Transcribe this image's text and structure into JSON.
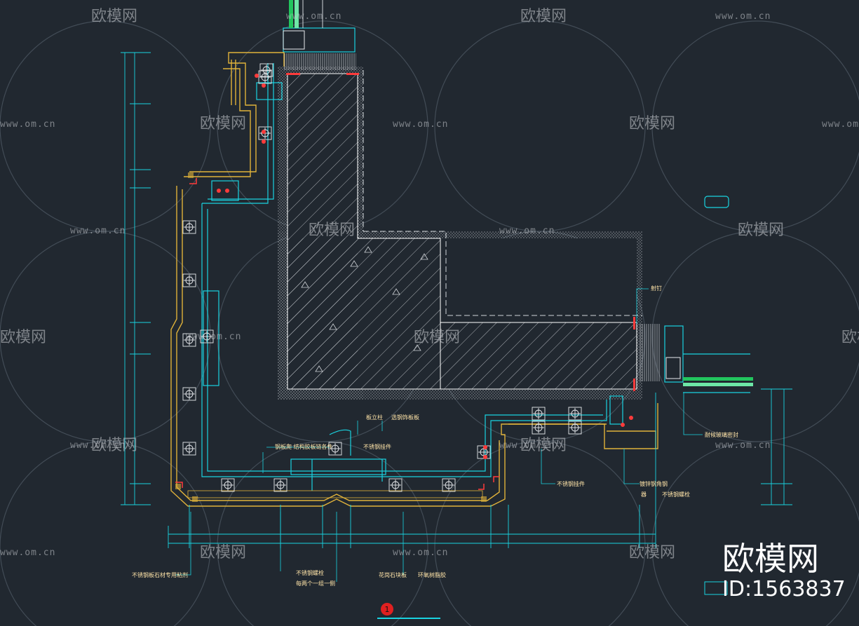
{
  "watermark": {
    "brand_text": "欧模网",
    "url_text": "www.om.cn"
  },
  "labels": {
    "label_nail": "射钉",
    "label_stone_side": "板立柱",
    "label_stone_material": "选钢饰板板",
    "label_ss_hanger": "钢板爬 结构胶板链各件",
    "label_ss_hook": "不锈钢挂件",
    "label_glass_seal": "耐候玻璃密封",
    "label_ss_hook2": "不锈钢挂件",
    "label_angle": "镀锌钢角钢",
    "label_screw": "器",
    "label_ss_bolt": "不锈钢螺栓",
    "label_stone_glue": "不锈钢板石材专用粘剂",
    "label_ss_bolt_group": "不锈钢螺栓",
    "label_ss_bolt_note": "每两个一组一侧",
    "label_stone_board": "花岗石块板",
    "label_epoxy": "环氧树脂胶"
  },
  "detail_marker": "1",
  "brand_corner": {
    "name": "欧模网",
    "id_text": "ID:1563837"
  }
}
